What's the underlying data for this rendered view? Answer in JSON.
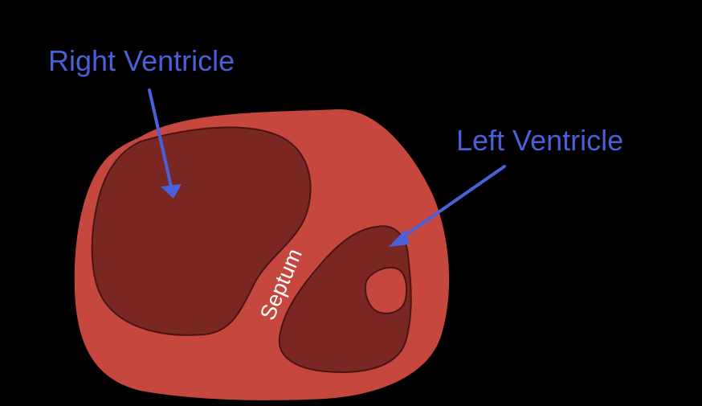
{
  "labels": {
    "right_ventricle": "Right Ventricle",
    "left_ventricle": "Left Ventricle",
    "septum": "Septum"
  },
  "colors": {
    "background": "#000000",
    "myocardium": "#c6473d",
    "chamber": "#7a2622",
    "chamber_outline": "#4a1412",
    "papillary": "#c6473d",
    "label_blue": "#4a5fd8",
    "label_white": "#ffffff"
  }
}
